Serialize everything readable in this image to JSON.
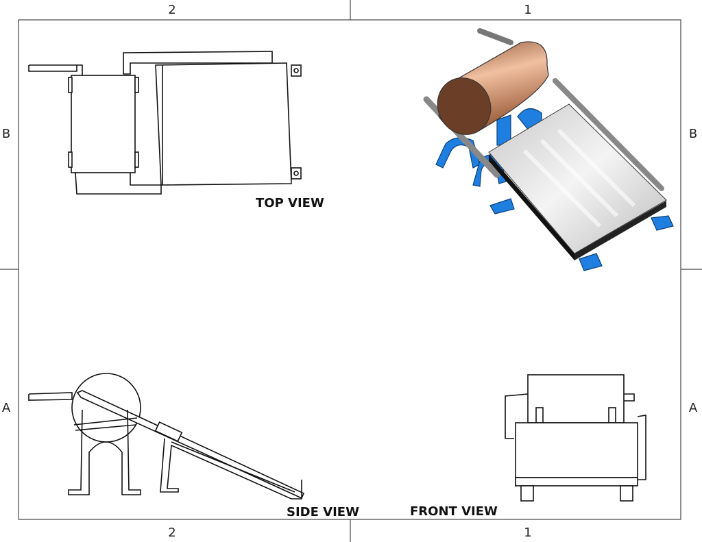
{
  "sheet": {
    "zones": {
      "top_left": "2",
      "top_right": "1",
      "bottom_left": "2",
      "bottom_right": "1",
      "left_upper": "B",
      "left_lower": "A",
      "right_upper": "B",
      "right_lower": "A"
    },
    "views": {
      "top": "TOP VIEW",
      "side": "SIDE VIEW",
      "front": "FRONT VIEW"
    },
    "colors": {
      "tank": "#b87a55",
      "brackets": "#1f7fe0",
      "panel": "#dcdcdc"
    }
  }
}
